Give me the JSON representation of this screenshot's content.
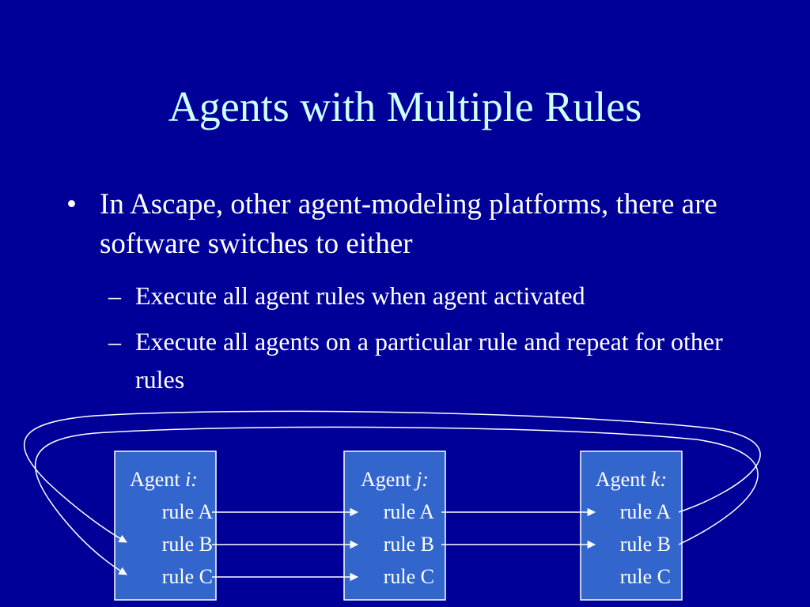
{
  "slide": {
    "title": "Agents with Multiple Rules",
    "bullet_1": "In Ascape, other agent-modeling platforms, there are software switches to either",
    "sub_bullets": [
      "Execute all agent rules when agent activated",
      "Execute all agents on a particular rule and repeat for other rules"
    ],
    "bullet_glyph": "•",
    "dash_glyph": "–"
  },
  "diagram": {
    "agent_label": "Agent",
    "agents": [
      {
        "id": "i:",
        "rules": [
          "rule A",
          "rule B",
          "rule C"
        ]
      },
      {
        "id": "j:",
        "rules": [
          "rule A",
          "rule B",
          "rule C"
        ]
      },
      {
        "id": "k:",
        "rules": [
          "rule A",
          "rule B",
          "rule C"
        ]
      }
    ]
  },
  "colors": {
    "background": "#000099",
    "title": "#ccffff",
    "text": "#ffffff",
    "box_fill": "#3366cc",
    "box_stroke": "#ffffff"
  }
}
